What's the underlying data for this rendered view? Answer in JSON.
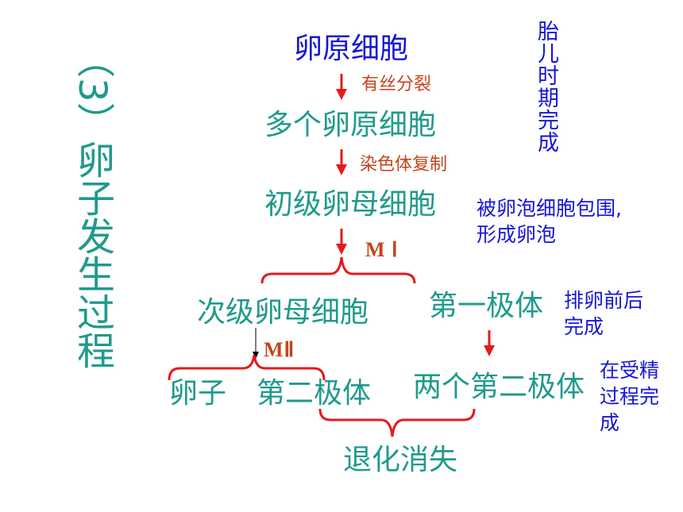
{
  "title": "（3）卵子发生过程",
  "flow": {
    "oogonium": "卵原细胞",
    "step1_label": "有丝分裂",
    "many_oogonia": "多个卵原细胞",
    "step2_label": "染色体复制",
    "primary_oocyte": "初级卵母细胞",
    "meiosis1_label": "M Ⅰ",
    "secondary_oocyte": "次级卵母细胞",
    "first_polar_body": "第一极体",
    "meiosis2_label": "MⅡ",
    "ovum": "卵子",
    "second_polar_body": "第二极体",
    "two_second_polar_bodies": "两个第二极体",
    "degenerate": "退化消失"
  },
  "notes": {
    "fetal_period": "胎儿时期完成",
    "follicle": [
      "被卵泡细胞包围,",
      "形成卵泡"
    ],
    "ovulation": [
      "排卵前后",
      "完成"
    ],
    "fertilization": [
      "在受精",
      "过程完",
      "成"
    ]
  },
  "colors": {
    "teal": "#1f9a8c",
    "blue": "#1616d6",
    "process_label": "#c4451c",
    "arrow": "#e41a1c"
  }
}
